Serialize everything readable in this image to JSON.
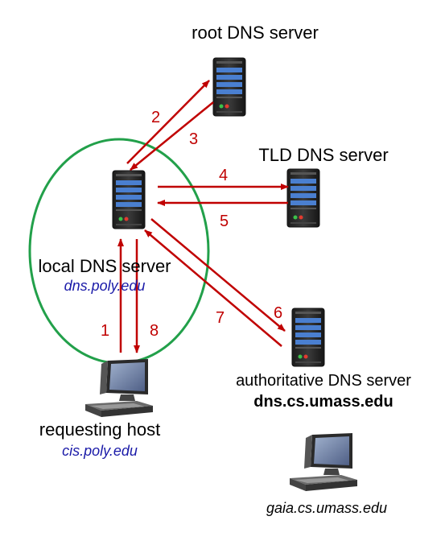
{
  "nodes": {
    "root": {
      "label": "root DNS server"
    },
    "tld": {
      "label": "TLD DNS server"
    },
    "local": {
      "label": "local DNS server",
      "host": "dns.poly.edu"
    },
    "auth": {
      "label": "authoritative DNS server",
      "host": "dns.cs.umass.edu"
    },
    "requesting": {
      "label": "requesting host",
      "host": "cis.poly.edu"
    },
    "gaia": {
      "host": "gaia.cs.umass.edu"
    }
  },
  "steps": [
    "1",
    "2",
    "3",
    "4",
    "5",
    "6",
    "7",
    "8"
  ],
  "colors": {
    "arrow": "#c00000",
    "circle": "#22a04a",
    "italic_host": "#1a1aa8",
    "server_body": "#2b2b2b",
    "server_stripe": "#4a7fd0"
  },
  "icons": [
    "server-icon",
    "desktop-computer-icon"
  ]
}
